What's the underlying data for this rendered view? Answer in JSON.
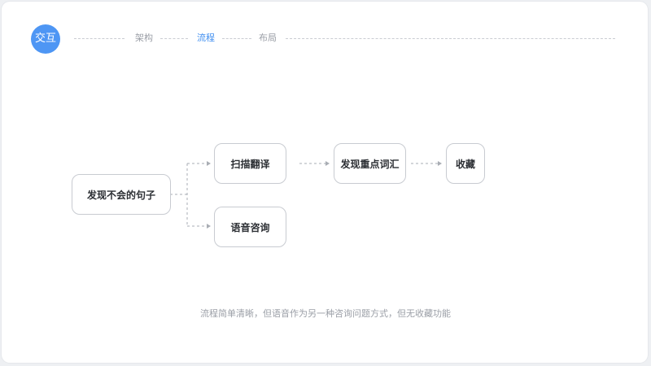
{
  "header": {
    "badge_label": "交互",
    "tabs": [
      {
        "label": "架构",
        "active": false
      },
      {
        "label": "流程",
        "active": true
      },
      {
        "label": "布局",
        "active": false
      }
    ]
  },
  "diagram": {
    "nodes": {
      "start": "发现不会的句子",
      "scan_translate": "扫描翻译",
      "voice_consult": "语音咨询",
      "find_keywords": "发现重点词汇",
      "collect": "收藏"
    },
    "edges": [
      {
        "from": "start",
        "to": "scan_translate"
      },
      {
        "from": "start",
        "to": "voice_consult"
      },
      {
        "from": "scan_translate",
        "to": "find_keywords"
      },
      {
        "from": "find_keywords",
        "to": "collect"
      }
    ]
  },
  "caption": "流程简单清晰，但语音作为另一种咨询问题方式，但无收藏功能",
  "colors": {
    "accent": "#4e96f4",
    "active_tab": "#3f8ef0",
    "muted_text": "#9a9ea6",
    "node_border": "#c8cbd1",
    "connector": "#a9adb4"
  }
}
